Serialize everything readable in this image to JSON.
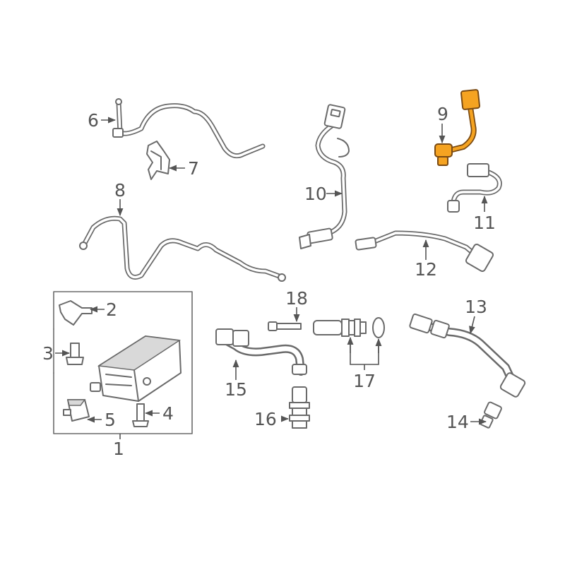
{
  "diagram": {
    "highlight_color": "#f5a321",
    "line_color": "#6a6a6a",
    "callouts": [
      {
        "label": "1"
      },
      {
        "label": "2"
      },
      {
        "label": "3"
      },
      {
        "label": "4"
      },
      {
        "label": "5"
      },
      {
        "label": "6"
      },
      {
        "label": "7"
      },
      {
        "label": "8"
      },
      {
        "label": "9"
      },
      {
        "label": "10"
      },
      {
        "label": "11"
      },
      {
        "label": "12"
      },
      {
        "label": "13"
      },
      {
        "label": "14"
      },
      {
        "label": "15"
      },
      {
        "label": "16"
      },
      {
        "label": "17"
      },
      {
        "label": "18"
      }
    ]
  }
}
